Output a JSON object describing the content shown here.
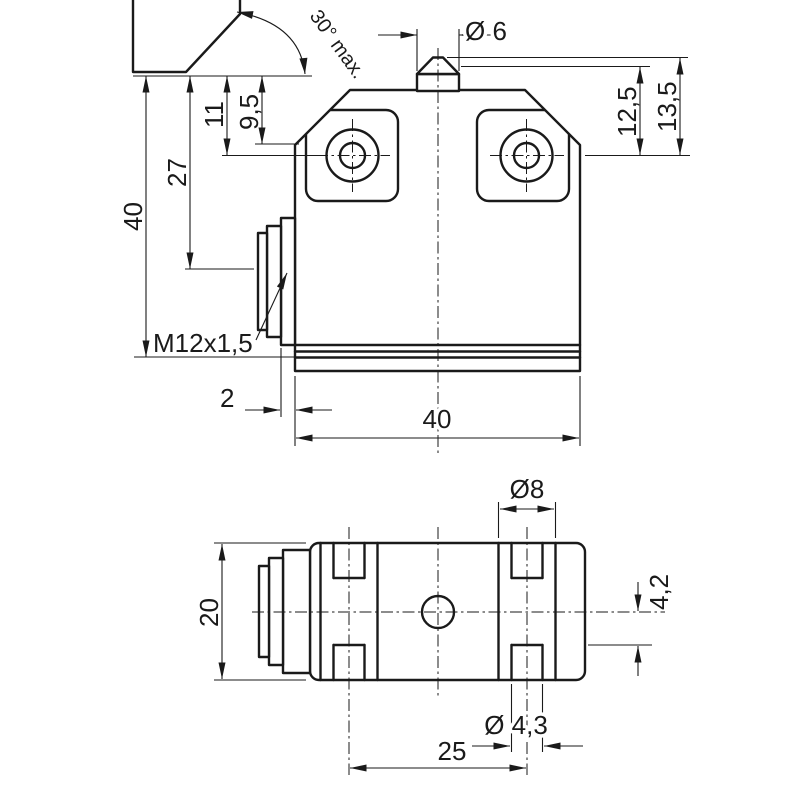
{
  "front_view": {
    "labels": {
      "plunger_diameter": "Ø 6",
      "actuation_angle": "30° max.",
      "dim_9_5": "9,5",
      "dim_11": "11",
      "dim_27": "27",
      "height_40": "40",
      "dim_12_5": "12,5",
      "dim_13_5": "13,5",
      "thread": "M12x1,5",
      "dim_2": "2",
      "width_40": "40"
    }
  },
  "bottom_view": {
    "labels": {
      "slot_counterbore_diameter": "Ø8",
      "depth_20": "20",
      "dim_4_2": "4,2",
      "slot_diameter": "Ø 4,3",
      "slot_spacing_25": "25"
    }
  },
  "colors": {
    "line": "#1a1a1a",
    "actuator_fill": "#c9c9c9",
    "background": "#ffffff"
  }
}
